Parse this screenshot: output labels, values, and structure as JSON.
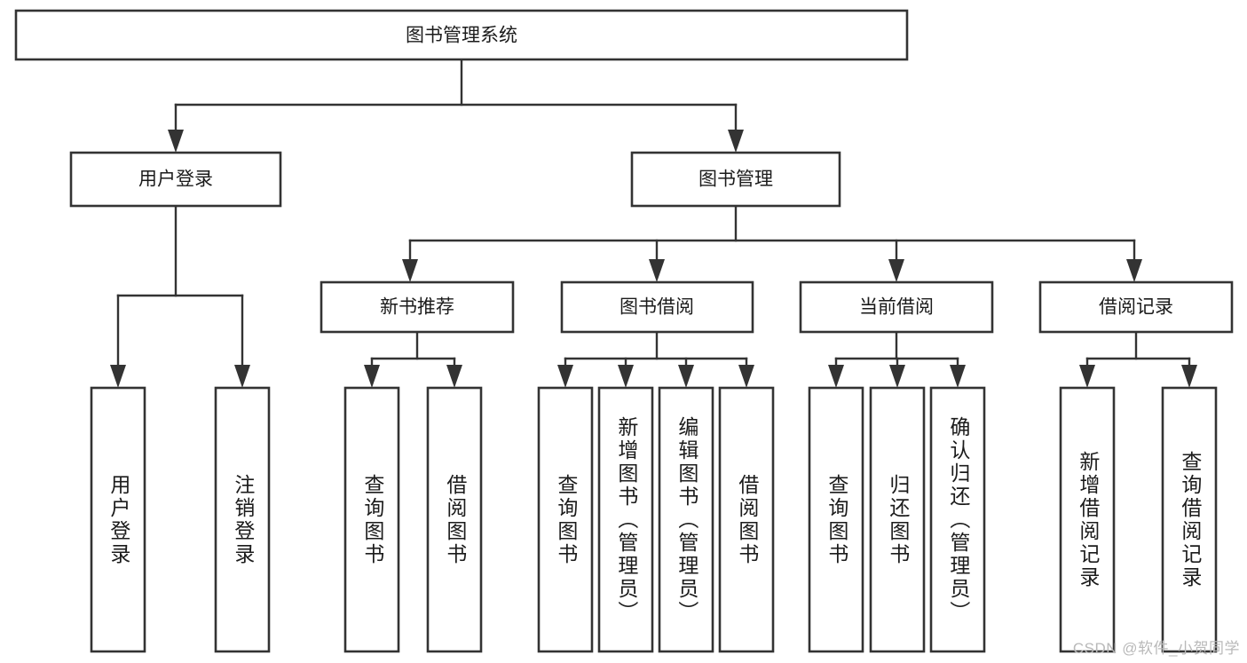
{
  "diagram": {
    "type": "tree",
    "title": "图书管理系统",
    "orientation": "top-down",
    "colors": {
      "box_stroke": "#333333",
      "box_fill": "#ffffff",
      "connector": "#333333",
      "text": "#1b1b1b",
      "watermark": "#b9b9b9",
      "background": "#ffffff"
    },
    "root": {
      "label": "图书管理系统"
    },
    "level2": [
      {
        "label": "用户登录"
      },
      {
        "label": "图书管理"
      }
    ],
    "level3": [
      {
        "label": "新书推荐"
      },
      {
        "label": "图书借阅"
      },
      {
        "label": "当前借阅"
      },
      {
        "label": "借阅记录"
      }
    ],
    "leaves": {
      "user_login": [
        {
          "label": "用户登录"
        },
        {
          "label": "注销登录"
        }
      ],
      "new_book_recommend": [
        {
          "label": "查询图书"
        },
        {
          "label": "借阅图书"
        }
      ],
      "book_borrow": [
        {
          "label": "查询图书"
        },
        {
          "label": "新增图书（管理员）"
        },
        {
          "label": "编辑图书（管理员）"
        },
        {
          "label": "借阅图书"
        }
      ],
      "current_borrow": [
        {
          "label": "查询图书"
        },
        {
          "label": "归还图书"
        },
        {
          "label": "确认归还（管理员）"
        }
      ],
      "borrow_record": [
        {
          "label": "新增借阅记录"
        },
        {
          "label": "查询借阅记录"
        }
      ]
    }
  },
  "watermark": {
    "text": "CSDN @软件_小贺同学"
  }
}
